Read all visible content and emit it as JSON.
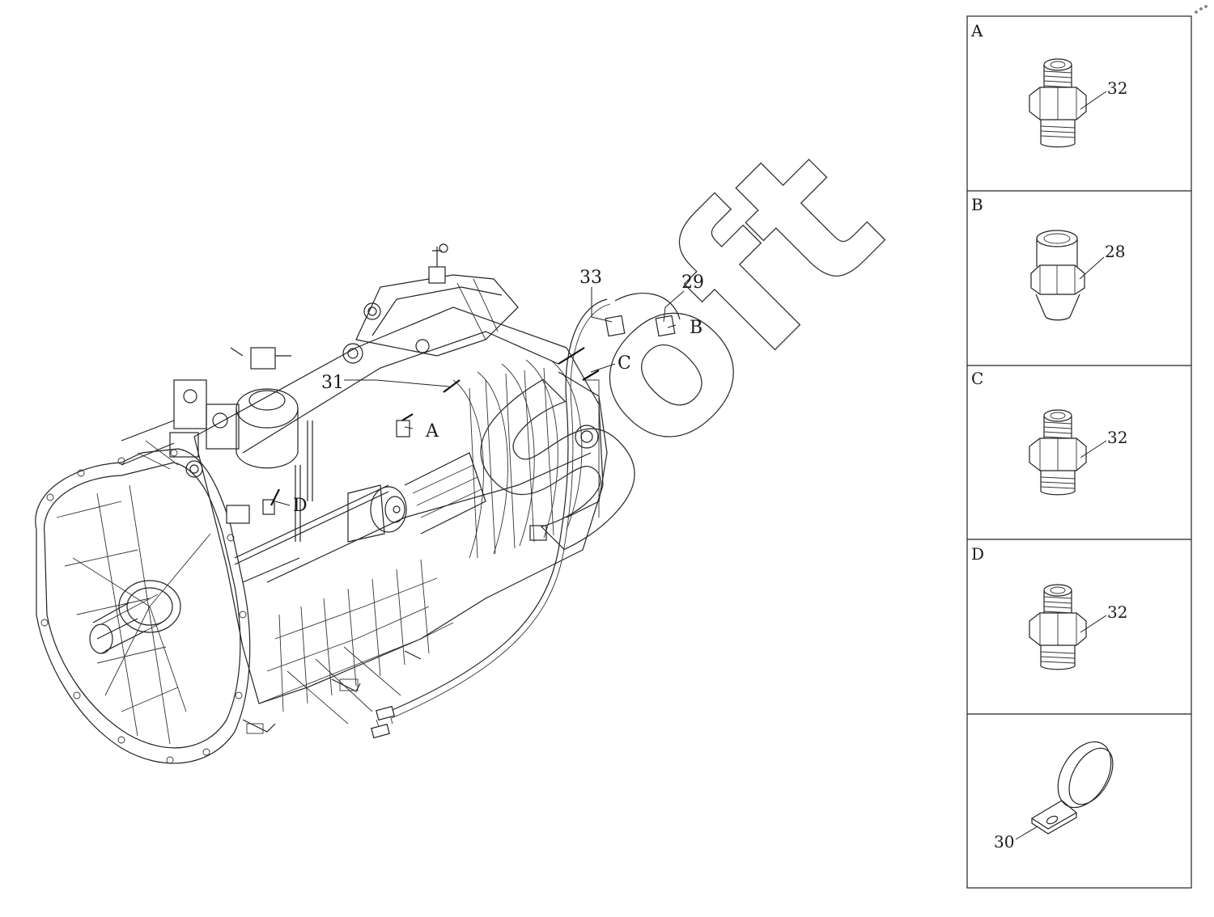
{
  "colors": {
    "line": "#222222",
    "background": "#ffffff",
    "watermark_stroke": "#333333"
  },
  "watermark": {
    "text": "Soft"
  },
  "main_view": {
    "callouts": [
      {
        "id": "33",
        "text": "33"
      },
      {
        "id": "29",
        "text": "29"
      },
      {
        "id": "31",
        "text": "31"
      },
      {
        "id": "A",
        "text": "A"
      },
      {
        "id": "B",
        "text": "B"
      },
      {
        "id": "C",
        "text": "C"
      },
      {
        "id": "D",
        "text": "D"
      }
    ]
  },
  "detail_panels": [
    {
      "letter": "A",
      "part_number": "32",
      "part_type": "straight-fitting"
    },
    {
      "letter": "B",
      "part_number": "28",
      "part_type": "reducer-fitting"
    },
    {
      "letter": "C",
      "part_number": "32",
      "part_type": "straight-fitting"
    },
    {
      "letter": "D",
      "part_number": "32",
      "part_type": "straight-fitting"
    },
    {
      "letter": "",
      "part_number": "30",
      "part_type": "pipe-clamp"
    }
  ]
}
